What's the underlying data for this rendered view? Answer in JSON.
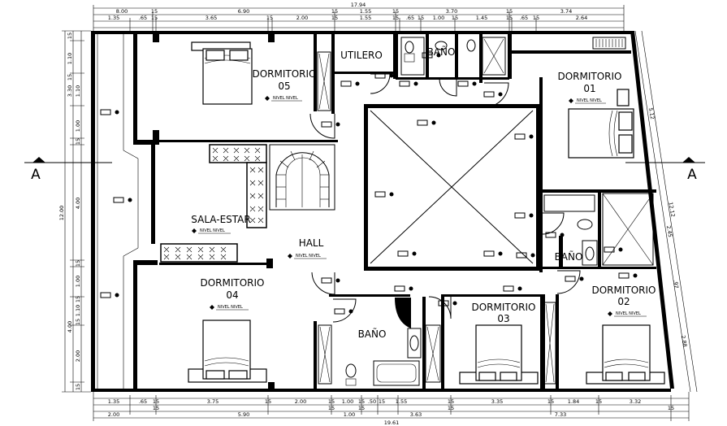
{
  "rooms": {
    "dormitorio05": {
      "name": "DORMITORIO",
      "number": "05",
      "level": "NIVEL NIVEL"
    },
    "utilero": {
      "name": "UTILERO"
    },
    "bano_top": {
      "name": "BAÑO"
    },
    "dormitorio01": {
      "name": "DORMITORIO",
      "number": "01",
      "level": "NIVEL NIVEL"
    },
    "sala": {
      "name": "SALA-ESTAR",
      "level": "NIVEL NIVEL"
    },
    "hall": {
      "name": "HALL",
      "level": "NIVEL NIVEL"
    },
    "dormitorio04": {
      "name": "DORMITORIO",
      "number": "04",
      "level": "NIVEL NIVEL"
    },
    "bano_center": {
      "name": "BAÑO"
    },
    "dormitorio03": {
      "name": "DORMITORIO",
      "number": "03"
    },
    "bano_right": {
      "name": "BAÑO"
    },
    "dormitorio02": {
      "name": "DORMITORIO",
      "number": "02",
      "level": "NIVEL NIVEL"
    }
  },
  "section_marks": {
    "left": "A",
    "right": "A"
  },
  "dimensions": {
    "top_total": "17.94",
    "top_row1": [
      "8.00",
      "15",
      "6.90",
      "15",
      "1.55",
      "15",
      "3.70",
      "15",
      "3.74"
    ],
    "top_row2": [
      "1.35",
      ".65",
      "15",
      "3.65",
      "15",
      "2.00",
      "15",
      "1.55",
      "15",
      ".65",
      "15",
      "1.00",
      "15",
      "1.45",
      "15",
      ".65",
      "15",
      "2.64"
    ],
    "bottom_row1": [
      "1.35",
      ".65",
      "15",
      "3.75",
      "15",
      "2.00",
      "15",
      "1.00",
      "15",
      ".50",
      "15",
      "1.55",
      "15",
      "3.35",
      "15",
      "1.84",
      "15",
      "3.32"
    ],
    "bottom_row2": [
      "2.00",
      "15",
      "5.90",
      "15",
      "1.00",
      "15",
      "3.63",
      "15",
      "7.33",
      "15"
    ],
    "bottom_total": "19.61",
    "left_total": "12.00",
    "left_segments": [
      "15",
      "1.10",
      "15",
      "3.30",
      "1.10",
      "1.00",
      "15",
      "4.00",
      "15",
      "1.00",
      "15",
      "1.10",
      "15",
      "4.00",
      "2.00",
      "15"
    ],
    "right_segments": [
      "5.12",
      "12.12",
      "2.45",
      ".97",
      "2.88"
    ]
  }
}
